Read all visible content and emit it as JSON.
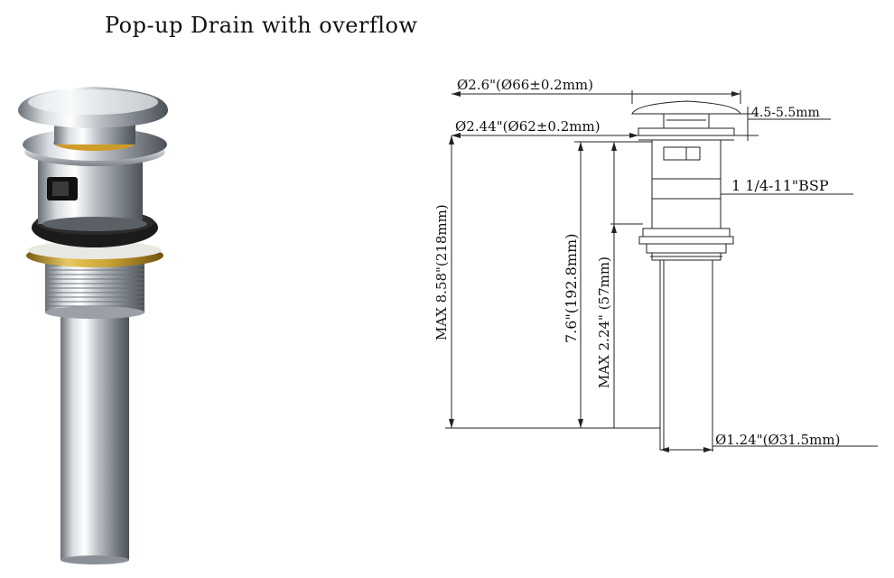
{
  "title": "Pop-up Drain with overflow",
  "dimensions": {
    "cap_diameter": "Ø2.6\"(Ø66±0.2mm)",
    "flange_diameter": "Ø2.44\"(Ø62±0.2mm)",
    "cap_height": "4.5-5.5mm",
    "thread": "1 1/4-11\"BSP",
    "max_total": "MAX 8.58\"(218mm)",
    "tail_length": "7.6\"(192.8mm)",
    "max_thread": "MAX 2.24\" (57mm)",
    "pipe_diameter": "Ø1.24\"(Ø31.5mm)"
  },
  "colors": {
    "chrome_light": "#f2f4f6",
    "chrome_dark": "#5f656b",
    "brass": "#c9a233",
    "rubber": "#1b1b1b",
    "line": "#222222"
  }
}
